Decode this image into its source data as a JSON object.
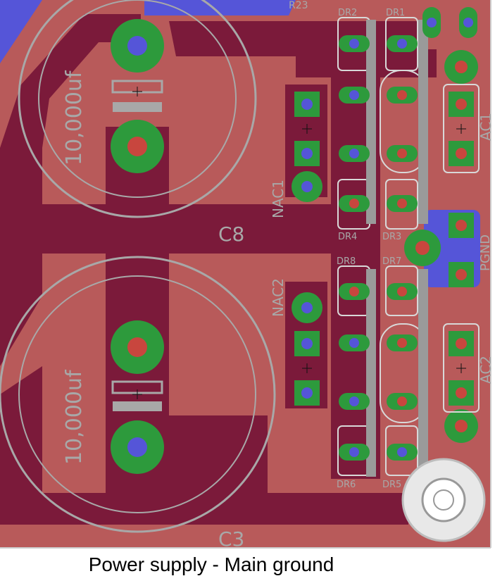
{
  "caption": "Power supply - Main ground",
  "labels": {
    "c8": "C8",
    "c3": "C3",
    "cap_top_value": "10,000uf",
    "cap_bottom_value": "10,000uf",
    "nac1": "NAC1",
    "nac2": "NAC2",
    "ac1": "AC1",
    "ac2": "AC2",
    "pgnd": "PGND",
    "r23": "R23",
    "dr1": "DR1",
    "dr2": "DR2",
    "dr3": "DR3",
    "dr4": "DR4",
    "dr5": "DR5",
    "dr6": "DR6",
    "dr7": "DR7",
    "dr8": "DR8"
  },
  "colors": {
    "background": "#ffffff",
    "bottom_copper": "#b85a5a",
    "top_copper": "#7b1a3a",
    "via_ring": "#2d9a3c",
    "drill": "#5555d8",
    "silkscreen": "#a8a8a8"
  }
}
